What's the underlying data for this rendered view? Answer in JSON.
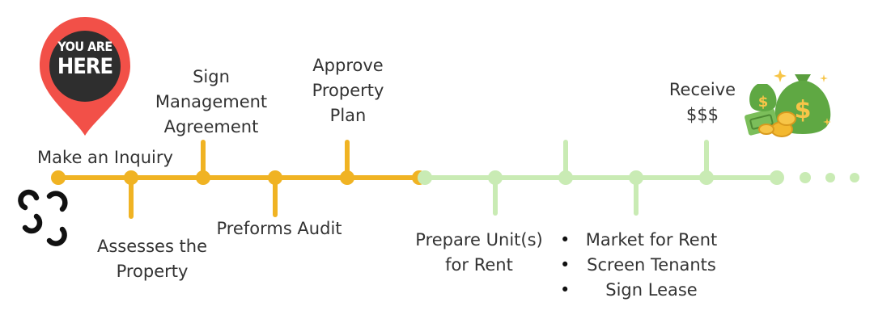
{
  "pin": {
    "line1": "YOU ARE",
    "line2": "HERE"
  },
  "colors": {
    "done": "#F0B323",
    "upcoming": "#C9EBB4",
    "pin": "#F25048",
    "text": "#333333"
  },
  "steps": {
    "s1": "Make an Inquiry",
    "s2_l1": "Assesses the",
    "s2_l2": "Property",
    "s3_l1": "Sign",
    "s3_l2": "Management",
    "s3_l3": "Agreement",
    "s4": "Preforms Audit",
    "s5_l1": "Approve",
    "s5_l2": "Property",
    "s5_l3": "Plan",
    "s6_l1": "Prepare Unit(s)",
    "s6_l2": "for Rent",
    "s7": [
      "Market for Rent",
      "Screen Tenants",
      "Sign Lease"
    ],
    "s8_l1": "Receive",
    "s8_l2": "$$$"
  },
  "icons": {
    "start": "link-chain-icon",
    "end": "money-bags-icon"
  }
}
